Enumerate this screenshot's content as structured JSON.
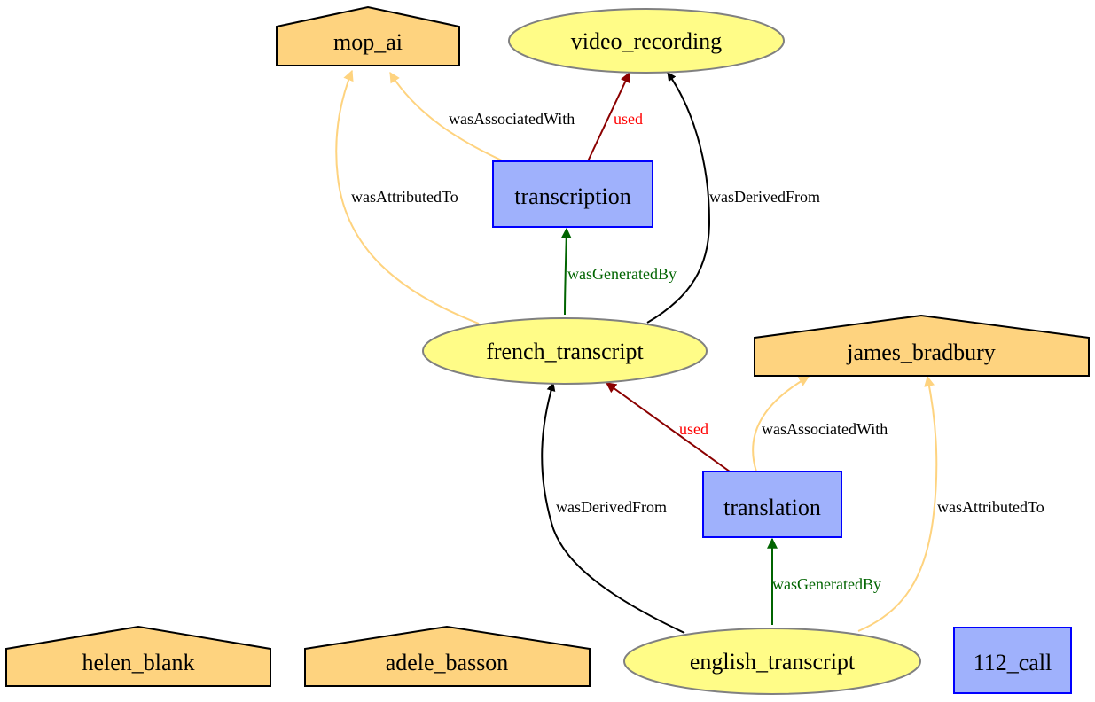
{
  "colors": {
    "agent_fill": "#FED37F",
    "agent_stroke": "#000000",
    "entity_fill": "#FFFC87",
    "entity_stroke": "#808080",
    "activity_fill": "#9FB1FC",
    "activity_stroke": "#0000FF",
    "used": "#8B0000",
    "wasGeneratedBy": "#006400",
    "wasDerivedFrom": "#000000",
    "wasAssociatedWith": "#FED37F",
    "wasAttributedTo": "#FED37F",
    "used_label": "#FF0000",
    "generated_label": "#006400",
    "default_label": "#000000"
  },
  "nodes": {
    "mop_ai": "mop_ai",
    "video_recording": "video_recording",
    "transcription": "transcription",
    "french_transcript": "french_transcript",
    "james_bradbury": "james_bradbury",
    "translation": "translation",
    "helen_blank": "helen_blank",
    "adele_basson": "adele_basson",
    "english_transcript": "english_transcript",
    "call_112": "112_call"
  },
  "edges": {
    "transcription_associated": "wasAssociatedWith",
    "transcription_used": "used",
    "french_attributed": "wasAttributedTo",
    "french_derived": "wasDerivedFrom",
    "french_generated": "wasGeneratedBy",
    "translation_used": "used",
    "translation_associated": "wasAssociatedWith",
    "english_derived": "wasDerivedFrom",
    "english_attributed": "wasAttributedTo",
    "english_generated": "wasGeneratedBy"
  }
}
